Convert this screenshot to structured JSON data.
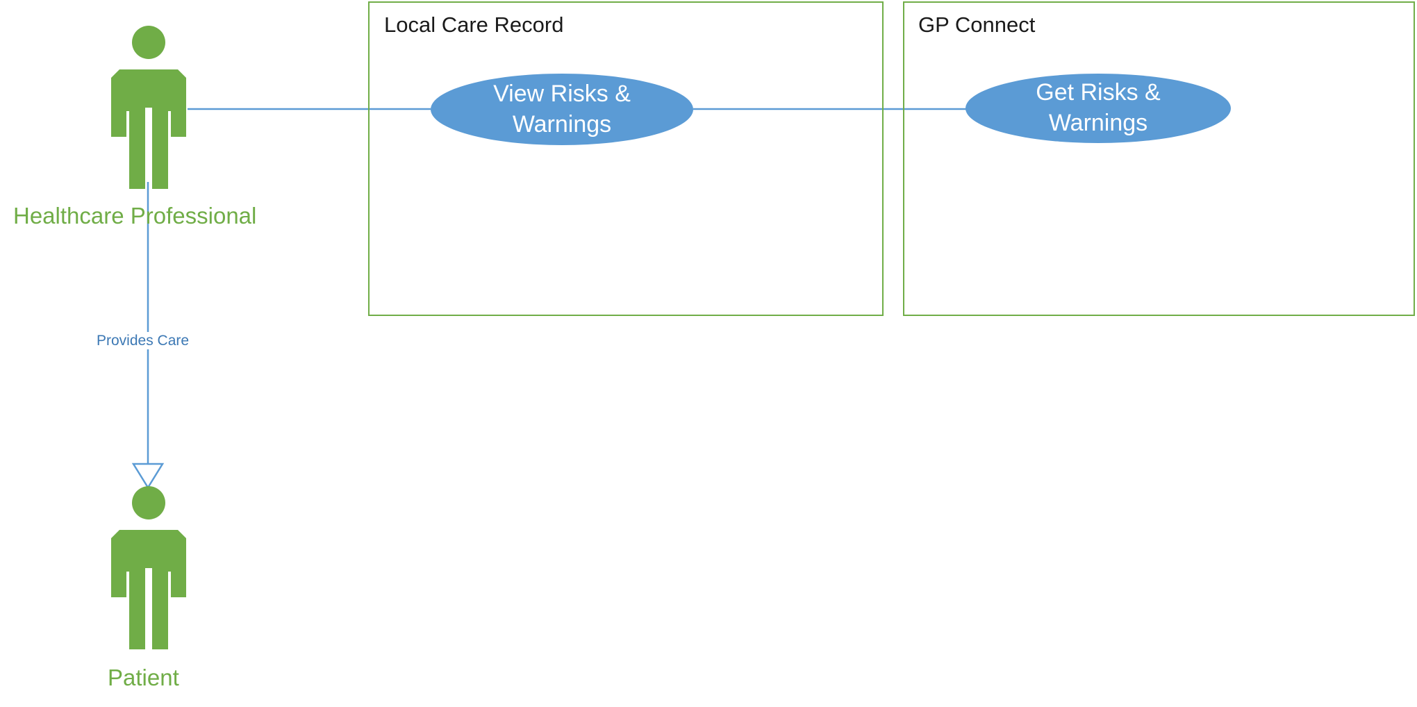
{
  "diagram": {
    "type": "uml-use-case-diagram",
    "background_color": "#FFFFFF",
    "actor_color": "#70AD47",
    "usecase_color": "#5B9BD5",
    "boundary_color": "#70AD47",
    "connector_color": "#5B9BD5",
    "label_color_actor": "#70AD47",
    "label_color_association": "#3C78B4",
    "title_color": "#1A1A1A"
  },
  "actors": [
    {
      "id": "healthcare-professional",
      "label": "Healthcare Professional",
      "icon": "person-actor-icon"
    },
    {
      "id": "patient",
      "label": "Patient",
      "icon": "person-actor-icon"
    }
  ],
  "systems": [
    {
      "id": "local-care-record",
      "title": "Local Care Record",
      "usecases": [
        {
          "id": "view-risks-and-warnings",
          "label": "View Risks & Warnings",
          "line1": "View Risks &",
          "line2": "Warnings"
        }
      ]
    },
    {
      "id": "gp-connect",
      "title": "GP Connect",
      "usecases": [
        {
          "id": "get-risks-and-warnings",
          "label": "Get Risks & Warnings",
          "line1": "Get Risks & Warnings",
          "line2": ""
        }
      ]
    }
  ],
  "connections": [
    {
      "id": "hcp-to-view-risks",
      "from": "healthcare-professional",
      "to": "view-risks-and-warnings",
      "label": "",
      "style": "association"
    },
    {
      "id": "view-risks-to-get-risks",
      "from": "view-risks-and-warnings",
      "to": "get-risks-and-warnings",
      "label": "",
      "style": "association"
    },
    {
      "id": "hcp-provides-care-patient",
      "from": "healthcare-professional",
      "to": "patient",
      "label": "Provides Care",
      "style": "hollow-triangle-arrow"
    }
  ]
}
